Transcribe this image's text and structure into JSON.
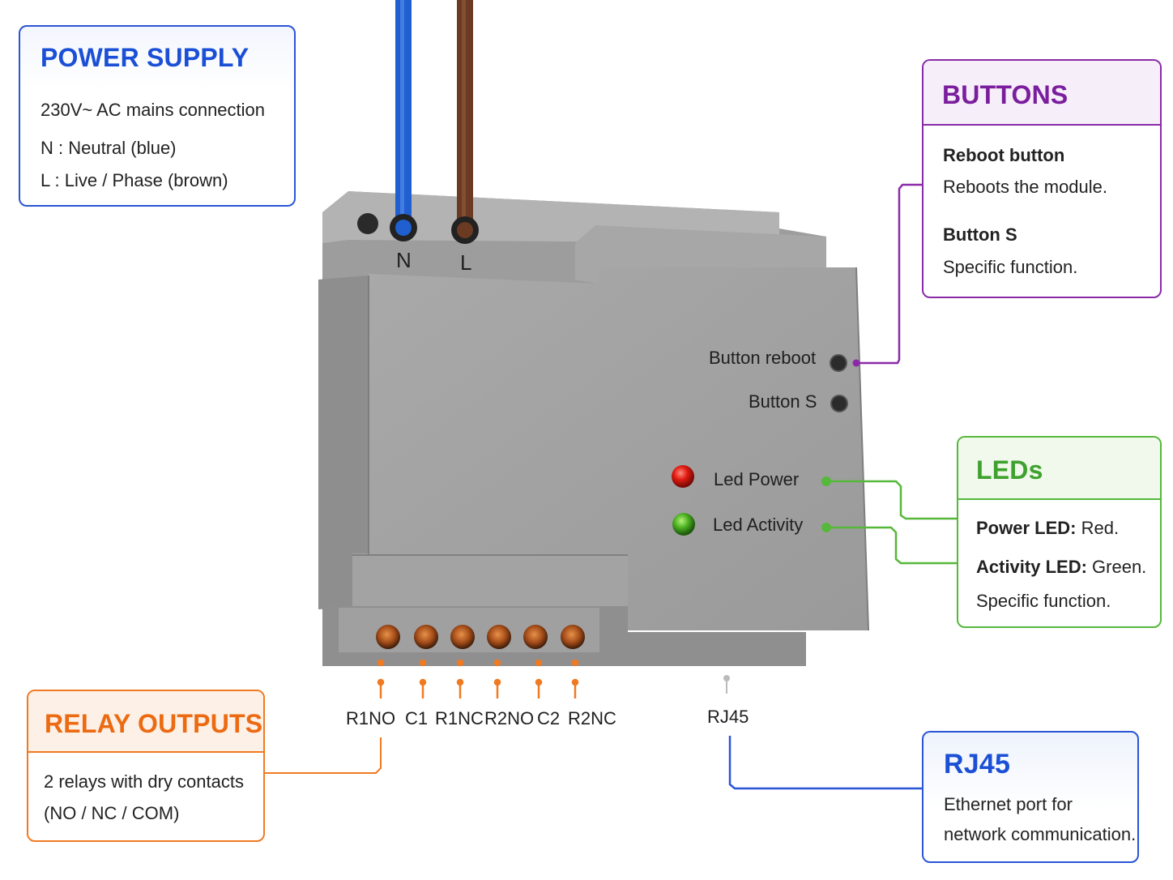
{
  "power_supply": {
    "title": "POWER SUPPLY",
    "lines": [
      "230V~ AC mains connection",
      "N : Neutral (blue)",
      "L : Live / Phase (brown)"
    ],
    "color": "#1a4fd6"
  },
  "buttons": {
    "title": "BUTTONS",
    "reboot_heading": "Reboot button",
    "reboot_text": "Reboots the module.",
    "s_heading": "Button S",
    "s_text": "Specific function.",
    "color": "#7a1e9e"
  },
  "leds": {
    "title": "LEDs",
    "power_heading": "Power LED:",
    "power_text": " Red.",
    "activity_heading": "Activity LED:",
    "activity_text": " Green.",
    "extra_text": "Specific function.",
    "color": "#3fa12e"
  },
  "relay_outputs": {
    "title": "RELAY OUTPUTS",
    "lines": [
      "2 relays with dry contacts",
      "(NO / NC / COM)"
    ],
    "color": "#ec6a12"
  },
  "rj45": {
    "title": "RJ45",
    "lines": [
      "Ethernet port for",
      "network communication."
    ],
    "color": "#1a4fd6"
  },
  "device": {
    "wire_labels": [
      "N",
      "L"
    ],
    "wire_colors": [
      "#1f5fd0",
      "#6b3a22"
    ],
    "button_labels": [
      "Button reboot",
      "Button S"
    ],
    "led_labels": [
      "Led Power",
      "Led Activity"
    ],
    "led_colors": [
      "red",
      "green"
    ],
    "terminal_labels": [
      "R1NO",
      "C1",
      "R1NC",
      "R2NO",
      "C2",
      "R2NC"
    ],
    "rj45_label": "RJ45"
  }
}
